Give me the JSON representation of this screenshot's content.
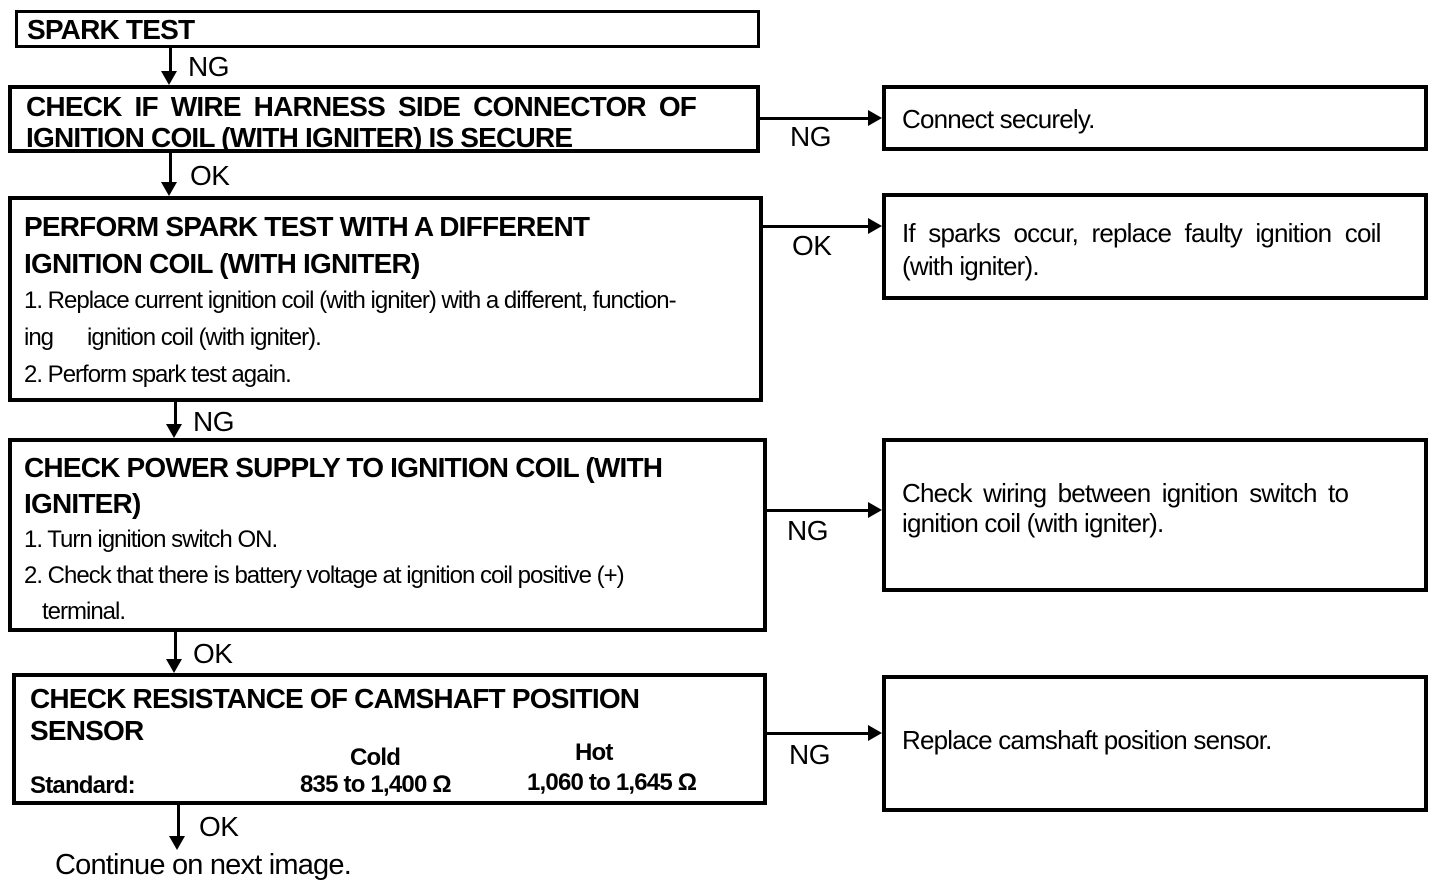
{
  "nodes": {
    "step1": {
      "title": "SPARK TEST"
    },
    "step2": {
      "title_line1": "CHECK IF WIRE HARNESS SIDE CONNECTOR OF",
      "title_line2": "IGNITION COIL (WITH IGNITER) IS SECURE"
    },
    "step3": {
      "title_line1": "PERFORM SPARK TEST WITH A DIFFERENT",
      "title_line2": "IGNITION COIL (WITH IGNITER)",
      "body_line1": "1. Replace current ignition coil (with igniter) with a different, function-",
      "body_line2": "ing      ignition coil (with igniter).",
      "body_line3": "2. Perform spark test again."
    },
    "step4": {
      "title_line1": "CHECK POWER SUPPLY TO IGNITION COIL (WITH",
      "title_line2": "IGNITER)",
      "body_line1": "1. Turn ignition switch ON.",
      "body_line2": "2. Check that there is battery voltage at ignition coil positive (+)",
      "body_line3": "terminal."
    },
    "step5": {
      "title_line1": "CHECK RESISTANCE OF CAMSHAFT POSITION",
      "title_line2": "SENSOR",
      "standard_label": "Standard:",
      "cold_header": "Cold",
      "hot_header": "Hot",
      "cold_value": "835 to 1,400 Ω",
      "hot_value": "1,060 to 1,645 Ω"
    },
    "result1": {
      "text": "Connect securely."
    },
    "result2": {
      "line1": "If sparks occur, replace faulty ignition coil",
      "line2": "(with igniter)."
    },
    "result3": {
      "line1": "Check wiring between ignition switch to",
      "line2": "ignition coil (with igniter)."
    },
    "result4": {
      "text": "Replace camshaft position sensor."
    }
  },
  "connectors": {
    "down1": "NG",
    "down2": "OK",
    "down3": "NG",
    "down4": "OK",
    "down5": "OK",
    "right1": "NG",
    "right2": "OK",
    "right3": "NG",
    "right4": "NG"
  },
  "footer": {
    "text": "Continue on next image."
  },
  "colors": {
    "ink": "#000000",
    "background": "#ffffff"
  }
}
